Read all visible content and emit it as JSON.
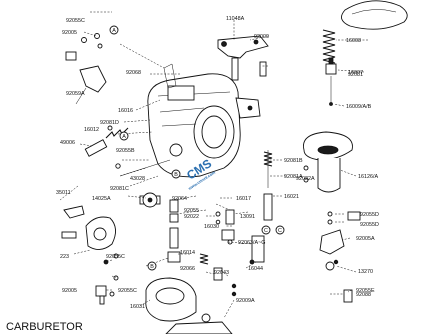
{
  "title": "CARBURETOR",
  "watermark": {
    "main": "CMS",
    "sub": "www.cmsnl.com"
  },
  "callouts": [
    "A",
    "A",
    "B",
    "B",
    "C",
    "C"
  ],
  "part_labels": [
    "92055C",
    "92005",
    "92059A",
    "16016",
    "16012",
    "92081D",
    "49006",
    "92055B",
    "43028",
    "92081C",
    "35011",
    "14025A",
    "223",
    "92055C",
    "92005",
    "92055C",
    "11048A",
    "92009",
    "92068",
    "92081B",
    "92081A",
    "92022A",
    "16021",
    "92064",
    "92055",
    "92022",
    "16017",
    "13091",
    "92063/A~G",
    "16030",
    "16014",
    "16044",
    "92066",
    "92043",
    "16031",
    "92009A",
    "16008",
    "92081",
    "16007",
    "16009/A/B",
    "16126/A",
    "92055D",
    "92055D",
    "92005A",
    "13270",
    "92055E",
    "92088"
  ]
}
